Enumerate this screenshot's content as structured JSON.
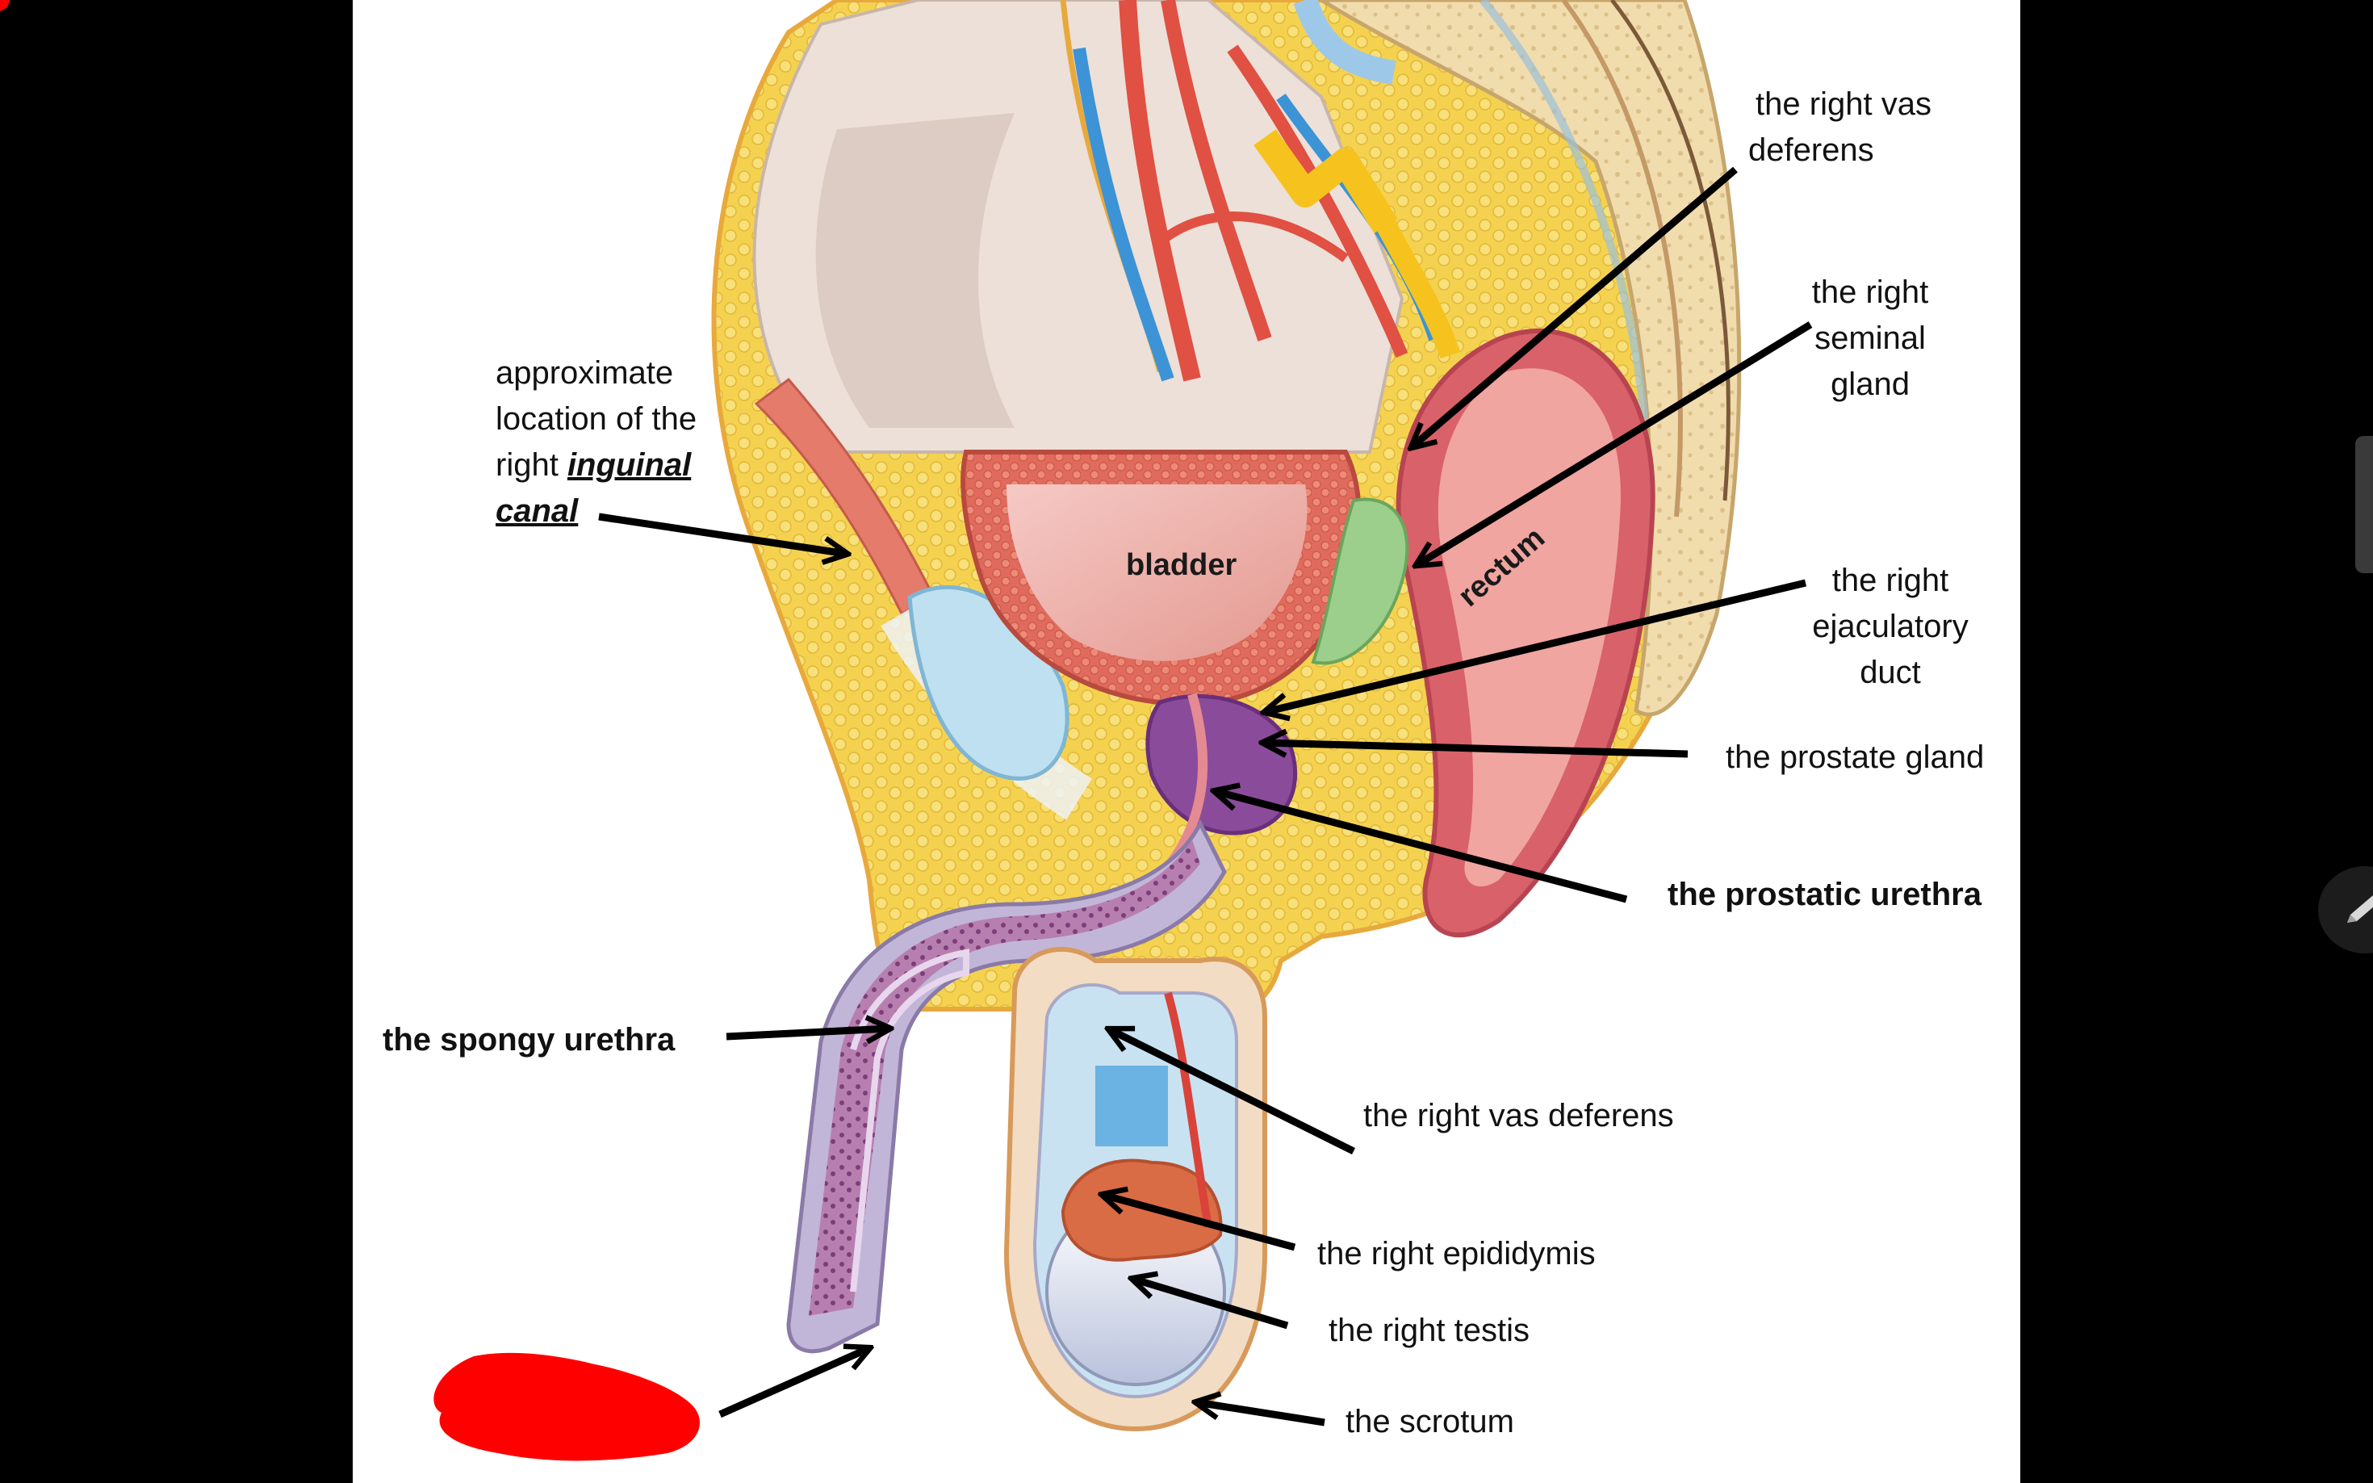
{
  "labels": {
    "vas_deferens_top": [
      "the right vas",
      "deferens"
    ],
    "seminal_gland": [
      "the right",
      "seminal",
      "gland"
    ],
    "inguinal_canal": [
      "approximate",
      "location of the",
      "right",
      "inguinal",
      "canal"
    ],
    "bladder": "bladder",
    "rectum": "rectum",
    "ejaculatory_duct": [
      "the right",
      "ejaculatory",
      "duct"
    ],
    "prostate_gland": "the prostate gland",
    "prostatic_urethra": "the prostatic urethra",
    "spongy_urethra": "the spongy urethra",
    "vas_deferens_bottom": "the right vas deferens",
    "epididymis": "the right epididymis",
    "testis": "the right testis",
    "scrotum": "the scrotum"
  },
  "icons": {
    "pen": "pencil-icon"
  },
  "colors": {
    "background": "#000000",
    "slide": "#ffffff",
    "arrow": "#000000",
    "redaction": "#ff0000"
  }
}
